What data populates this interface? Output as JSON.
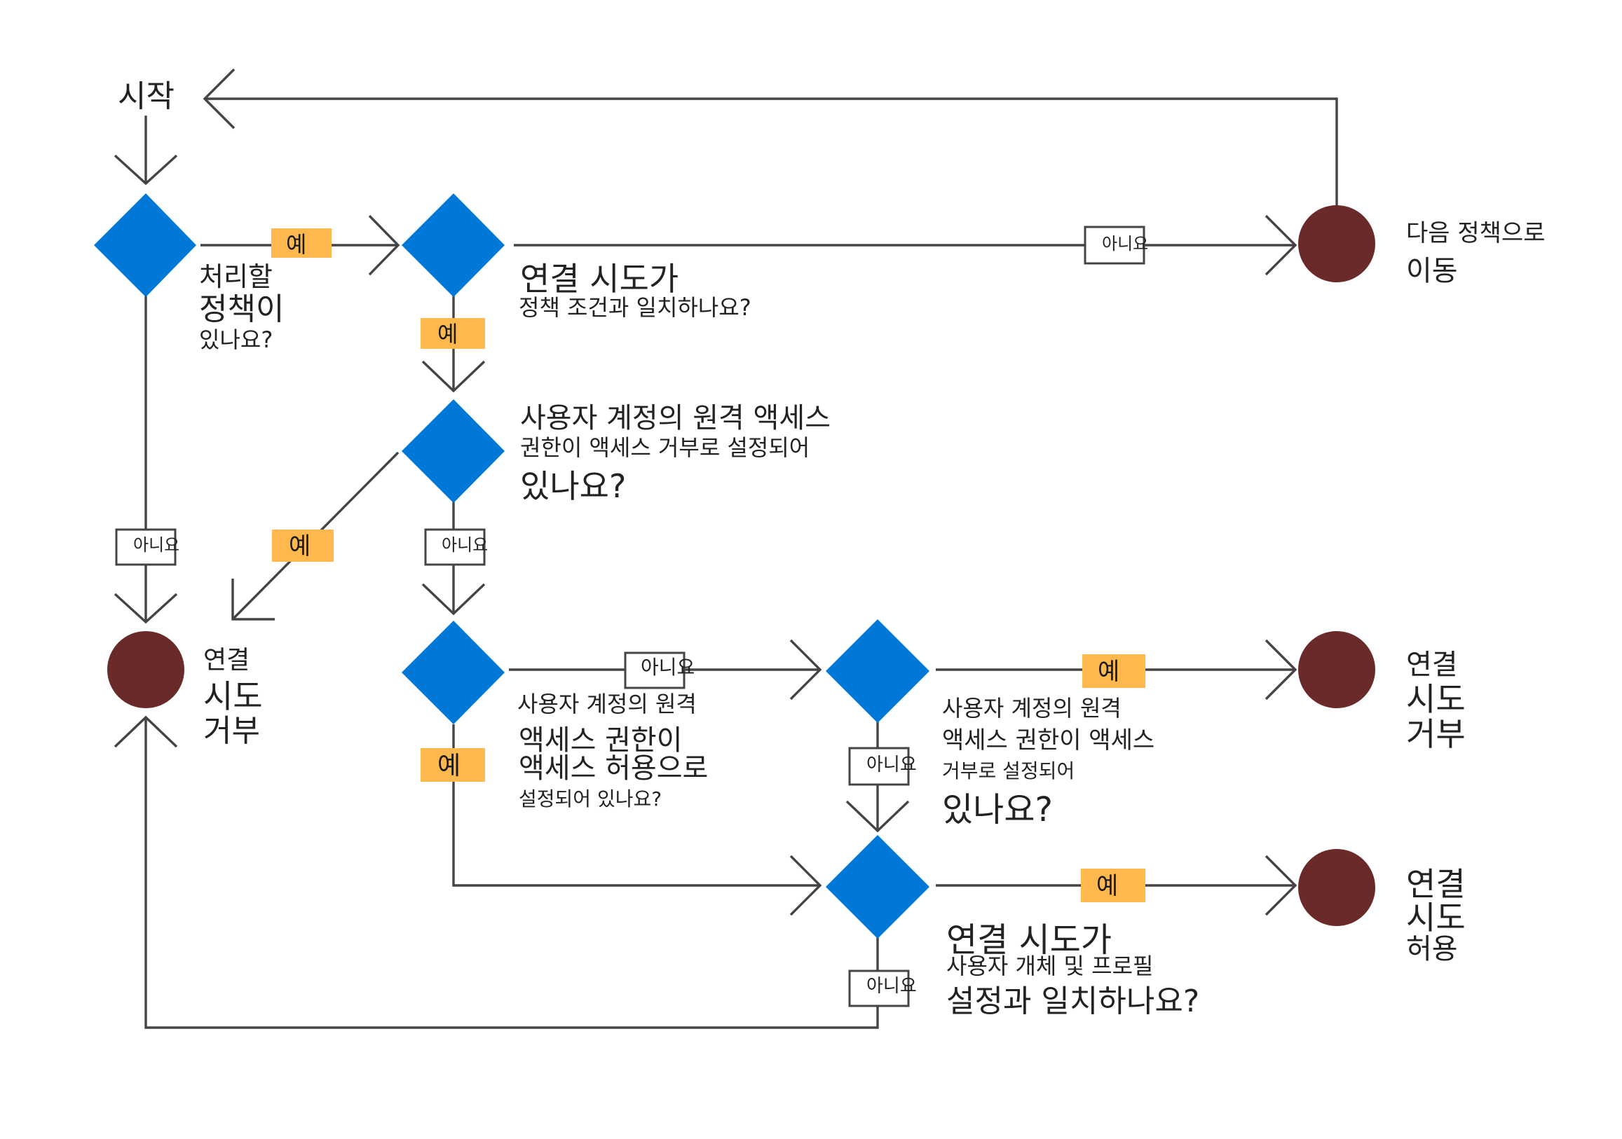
{
  "colors": {
    "decision": "#0078D7",
    "terminal": "#6B2A2A",
    "line": "#444444",
    "yes_label_bg": "#FFB84D",
    "no_label_border": "#444444",
    "background": "#FFFFFF"
  },
  "start": {
    "label": "시작"
  },
  "decisions": {
    "d1": {
      "lines": [
        "처리할",
        "정책이",
        "있나요?"
      ]
    },
    "d2": {
      "lines": [
        "연결 시도가",
        "정책 조건과 일치하나요?"
      ]
    },
    "d3": {
      "lines": [
        "사용자 계정의 원격 액세스",
        "권한이 액세스 거부로 설정되어",
        "있나요?"
      ]
    },
    "d4": {
      "lines": [
        "사용자 계정의 원격",
        "액세스 권한이",
        "액세스 허용으로",
        "설정되어 있나요?"
      ]
    },
    "d5": {
      "lines": [
        "사용자 계정의 원격",
        "액세스 권한이 액세스",
        "거부로 설정되어",
        "있나요?"
      ]
    },
    "d6": {
      "lines": [
        "연결 시도가",
        "사용자 개체 및 프로필",
        "설정과 일치하나요?"
      ]
    }
  },
  "terminals": {
    "next_policy": {
      "lines": [
        "다음 정책으로",
        "이동"
      ]
    },
    "deny_left": {
      "lines": [
        "연결",
        "시도",
        "거부"
      ]
    },
    "deny_right": {
      "lines": [
        "연결",
        "시도",
        "거부"
      ]
    },
    "allow": {
      "lines": [
        "연결",
        "시도",
        "허용"
      ]
    }
  },
  "edge_labels": {
    "yes": "예",
    "no": "아니요"
  }
}
